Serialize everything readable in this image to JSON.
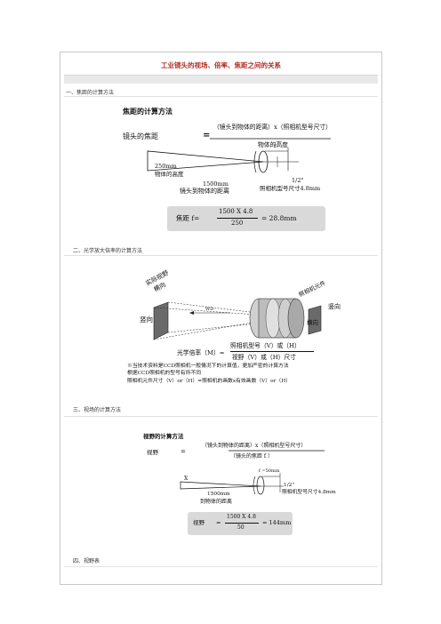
{
  "document": {
    "title": "工业镜头的视场、倍率、焦距之间的关系",
    "sections": [
      {
        "heading": "一、焦距的计算方法"
      },
      {
        "heading": "二、光学放大倍率的计算方法"
      },
      {
        "heading": "三、视场的计算方法"
      },
      {
        "heading": "四、视野表"
      }
    ]
  },
  "fig1": {
    "title": "焦距的计算方法",
    "lhs": "镜头的焦距",
    "eq": "=",
    "numerator": "（镜头到物体的距离）x（照相机型号尺寸）",
    "denominator": "物体的高度",
    "height_value": "250mm",
    "height_label": "物体的高度",
    "distance_value": "1500mm",
    "distance_label": "镜头到物体的距离",
    "f_label": "f",
    "sensor_size": "1/2\"",
    "sensor_label": "照相机型号尺寸4.8mm",
    "formula_label": "焦距 f=",
    "formula_num": "1500 X 4.8",
    "formula_den": "250",
    "formula_result": "= 28.8mm"
  },
  "fig2": {
    "actual_fov": "实际视野",
    "direction": "横向",
    "vertical_left": "竖向",
    "wd": "WD",
    "sensor": "照相机元件",
    "horizontal_right": "横向",
    "vertical_right": "竖向",
    "mag_label": "光学倍率（M）=",
    "mag_num": "照相机型号（V）或（H）",
    "mag_den": "视野（V）或（H）尺寸",
    "note1": "※当技术资料是CCD照相机一般情况下的计算值，更加严密的计算方法",
    "note2": "根据CCD照相机的型号有所不同",
    "note3": "照相机元件尺寸（V）or（H）=照相机的画数x有效画数（V）or（H）"
  },
  "fig3": {
    "title": "视野的计算方法",
    "lhs": "视野",
    "eq": "=",
    "numerator": "（镜头到物体的距离）x（照相机型号尺寸）",
    "denominator": "（镜头的焦距 f ）",
    "x_label": "X",
    "f_value": "f =50mm",
    "sensor_size": "1/2\"",
    "sensor_label": "照相机型号尺寸4.8mm",
    "distance_value": "1500mm",
    "distance_label": "到物体的距离",
    "formula_label": "视野",
    "formula_eq": "=",
    "formula_num": "1500 X 4.8",
    "formula_den": "50",
    "formula_result": "= 144mm"
  }
}
